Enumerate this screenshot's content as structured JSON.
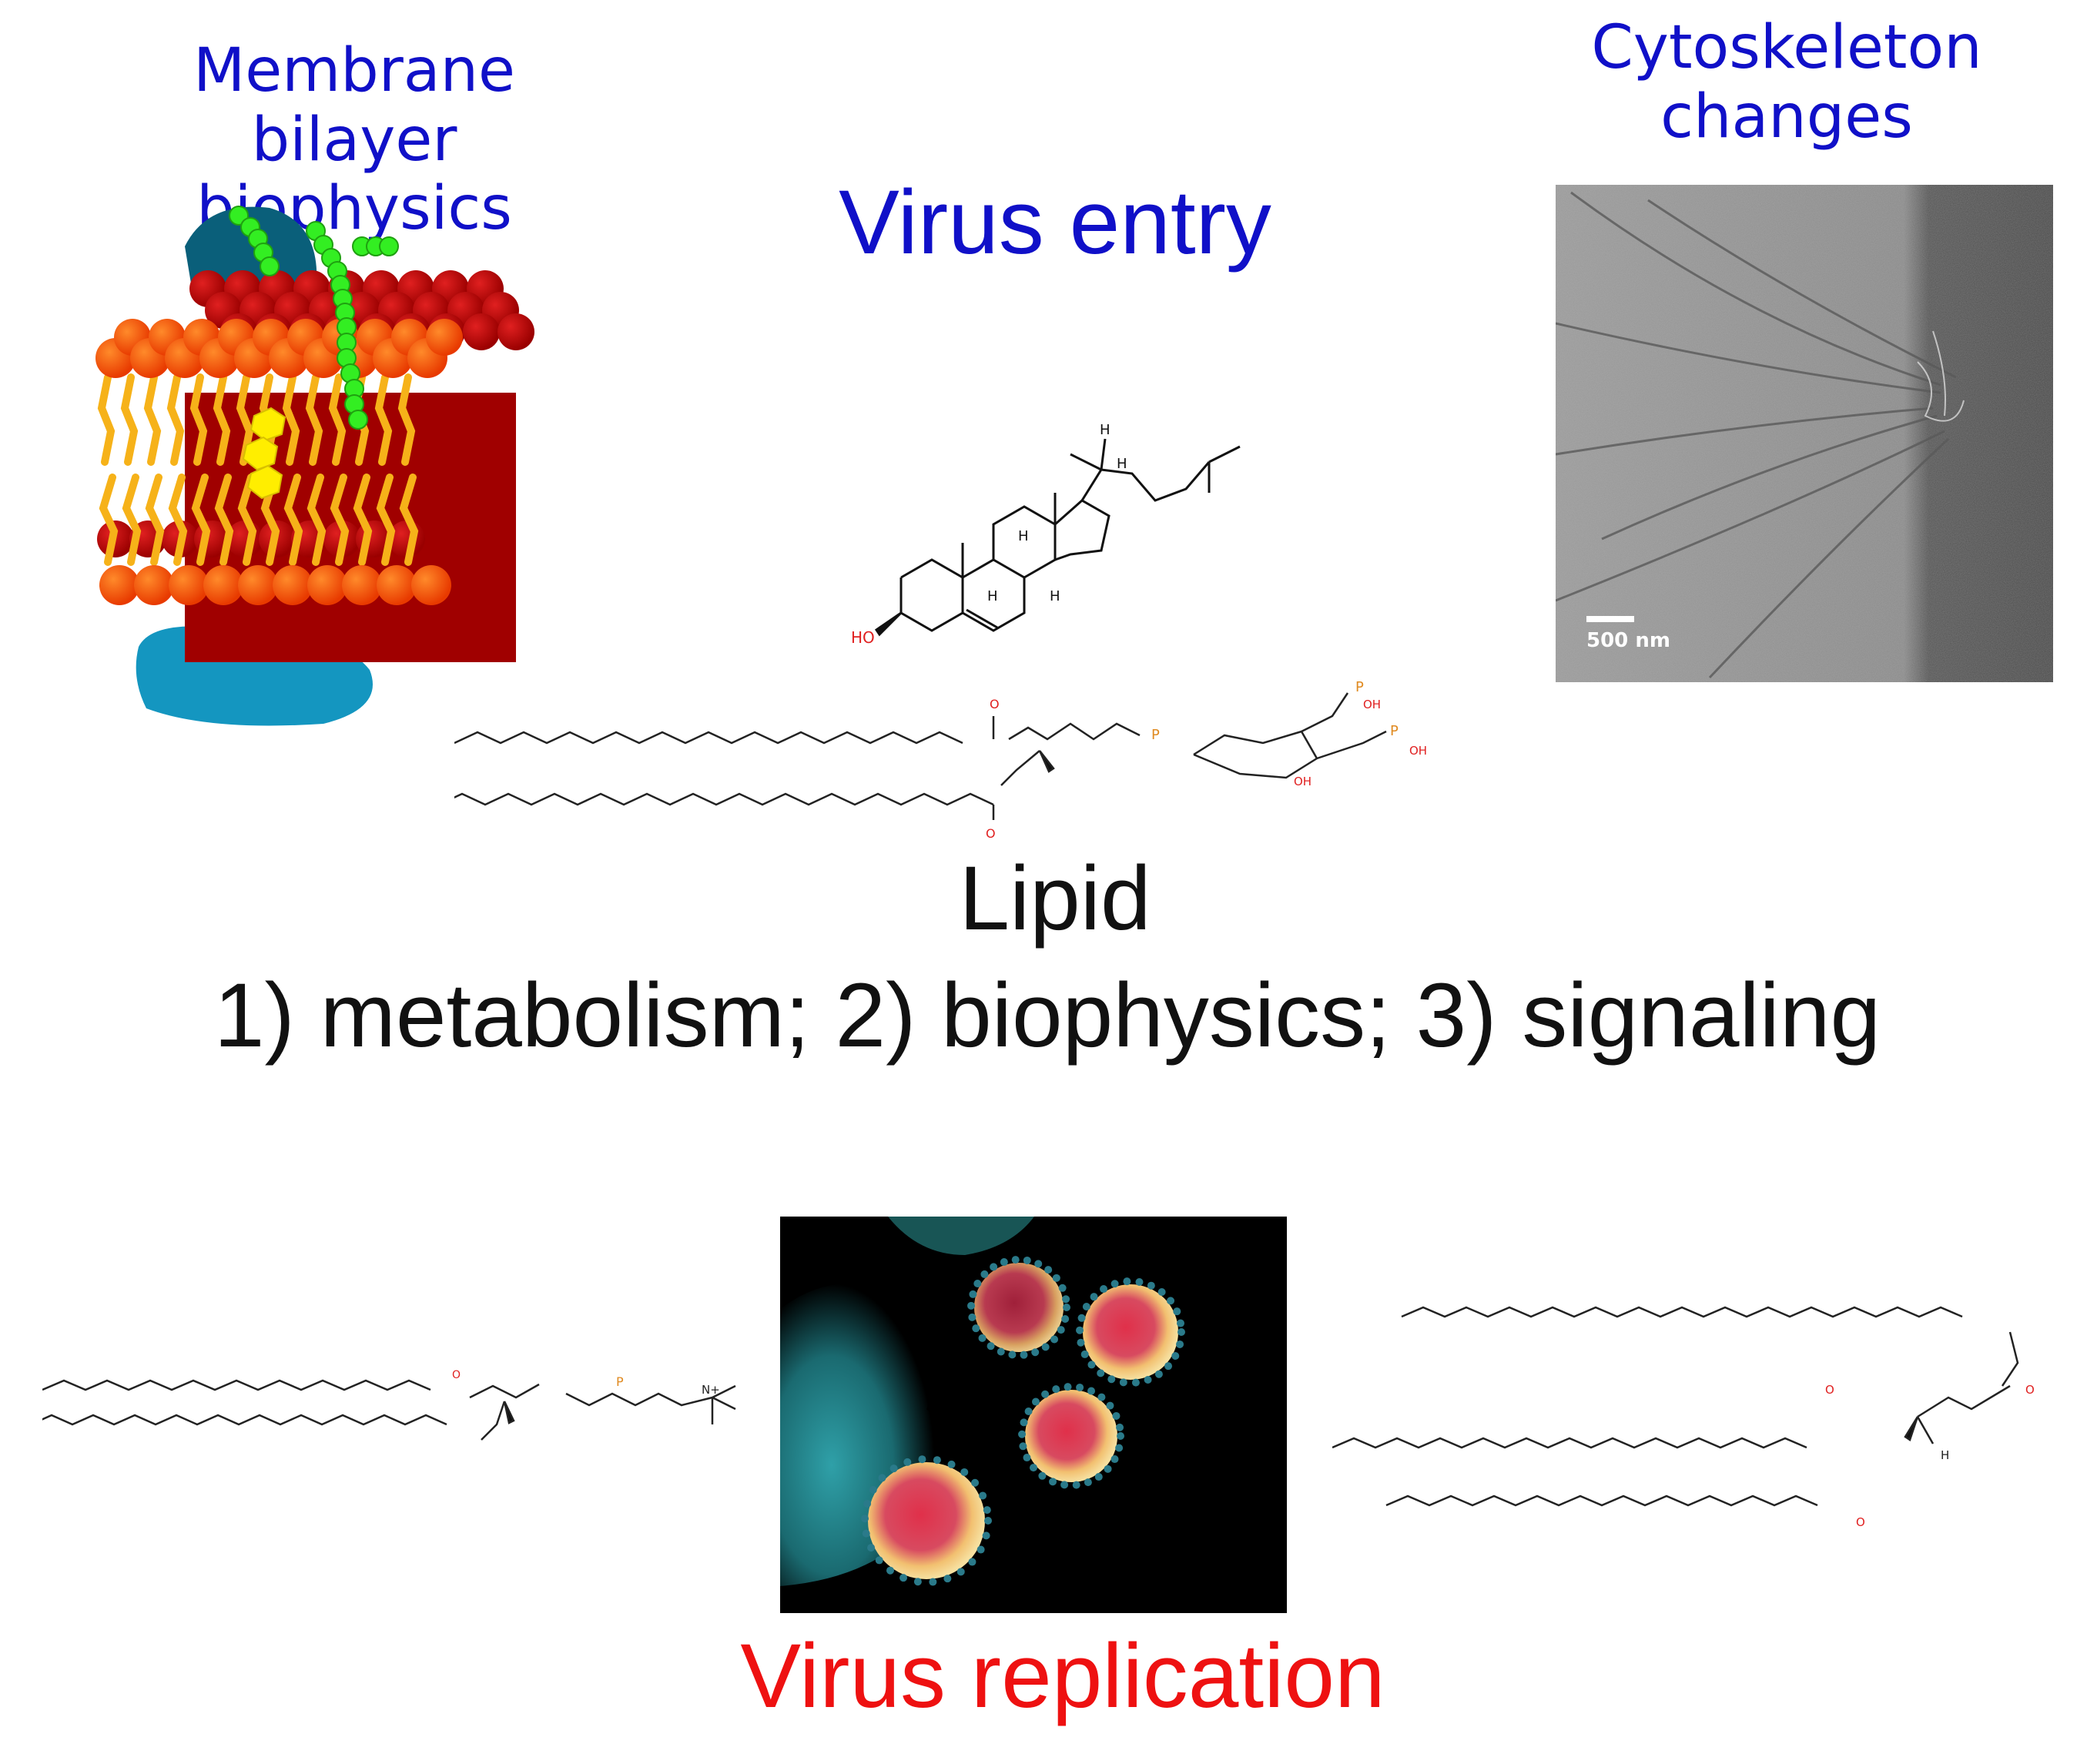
{
  "labels": {
    "membrane_title": "Membrane bilayer biophysics",
    "cytoskeleton_title": "Cytoskeleton changes",
    "virus_entry": "Virus entry",
    "lipid_title": "Lipid",
    "lipid_roles": "1) metabolism; 2) biophysics; 3) signaling",
    "virus_replication": "Virus replication"
  },
  "micrograph": {
    "scale_bar": "500 nm"
  },
  "chem_labels": {
    "hydroxyl": "HO",
    "hydrogen": "H",
    "oxygen": "O",
    "phosphorus": "P",
    "oh": "OH",
    "ammonium": "N+"
  },
  "colors": {
    "heading_blue": "#1010c8",
    "replication_red": "#ee1111",
    "body_black": "#111111",
    "heteroatom_red": "#e02020",
    "phosphorus_orange": "#e08a20"
  }
}
